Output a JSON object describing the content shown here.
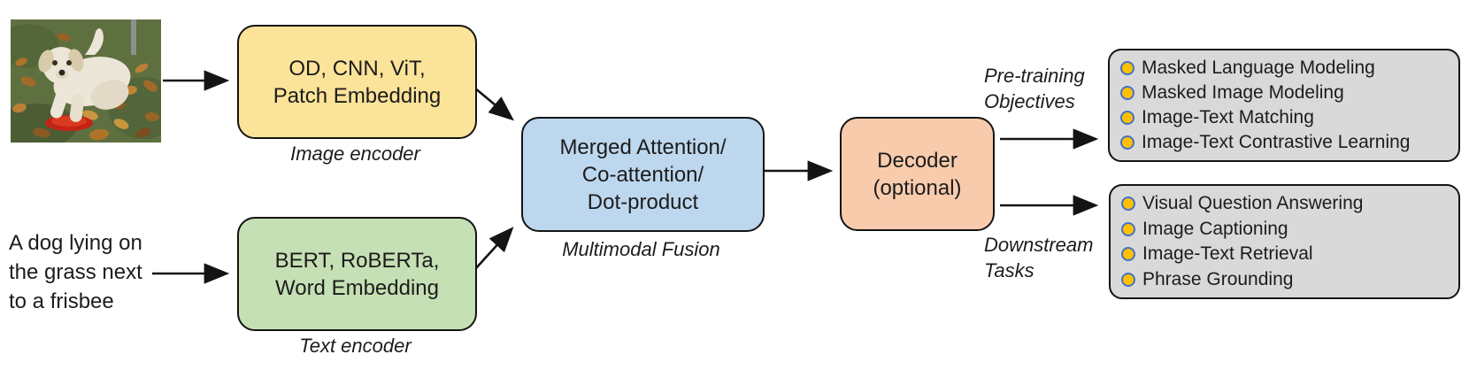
{
  "figure": {
    "title": "Vision-language pre-training framework diagram"
  },
  "colors": {
    "image_encoder_fill": "#FBE399",
    "text_encoder_fill": "#C5E0B4",
    "fusion_fill": "#BDD7EE",
    "decoder_fill": "#F8CBAD",
    "output_box_fill": "#D9D9D9",
    "bullet_fill": "#FFC000",
    "bullet_border": "#4472C4",
    "line_color": "#141414"
  },
  "input": {
    "image_alt": "Photo of a white dog lying on grass with autumn leaves and a red frisbee",
    "caption": {
      "text": "A dog lying on the grass next to a frisbee",
      "lines": [
        "A dog lying on",
        "the grass next",
        "to a frisbee"
      ]
    }
  },
  "encoders": {
    "image_encoder": {
      "box_lines": [
        "OD, CNN, ViT,",
        "Patch Embedding"
      ],
      "label": "Image encoder"
    },
    "text_encoder": {
      "box_lines": [
        "BERT, RoBERTa,",
        "Word Embedding"
      ],
      "label": "Text encoder"
    }
  },
  "fusion": {
    "box_lines": [
      "Merged Attention/",
      "Co-attention/",
      "Dot-product"
    ],
    "label": "Multimodal Fusion"
  },
  "decoder": {
    "box_lines": [
      "Decoder",
      "(optional)"
    ]
  },
  "outputs": {
    "pretraining": {
      "label_lines": [
        "Pre-training",
        "Objectives"
      ],
      "items": [
        "Masked Language Modeling",
        "Masked Image Modeling",
        "Image-Text Matching",
        "Image-Text Contrastive Learning"
      ]
    },
    "downstream": {
      "label_lines": [
        "Downstream",
        "Tasks"
      ],
      "items": [
        "Visual Question Answering",
        "Image Captioning",
        "Image-Text Retrieval",
        "Phrase Grounding"
      ]
    }
  }
}
